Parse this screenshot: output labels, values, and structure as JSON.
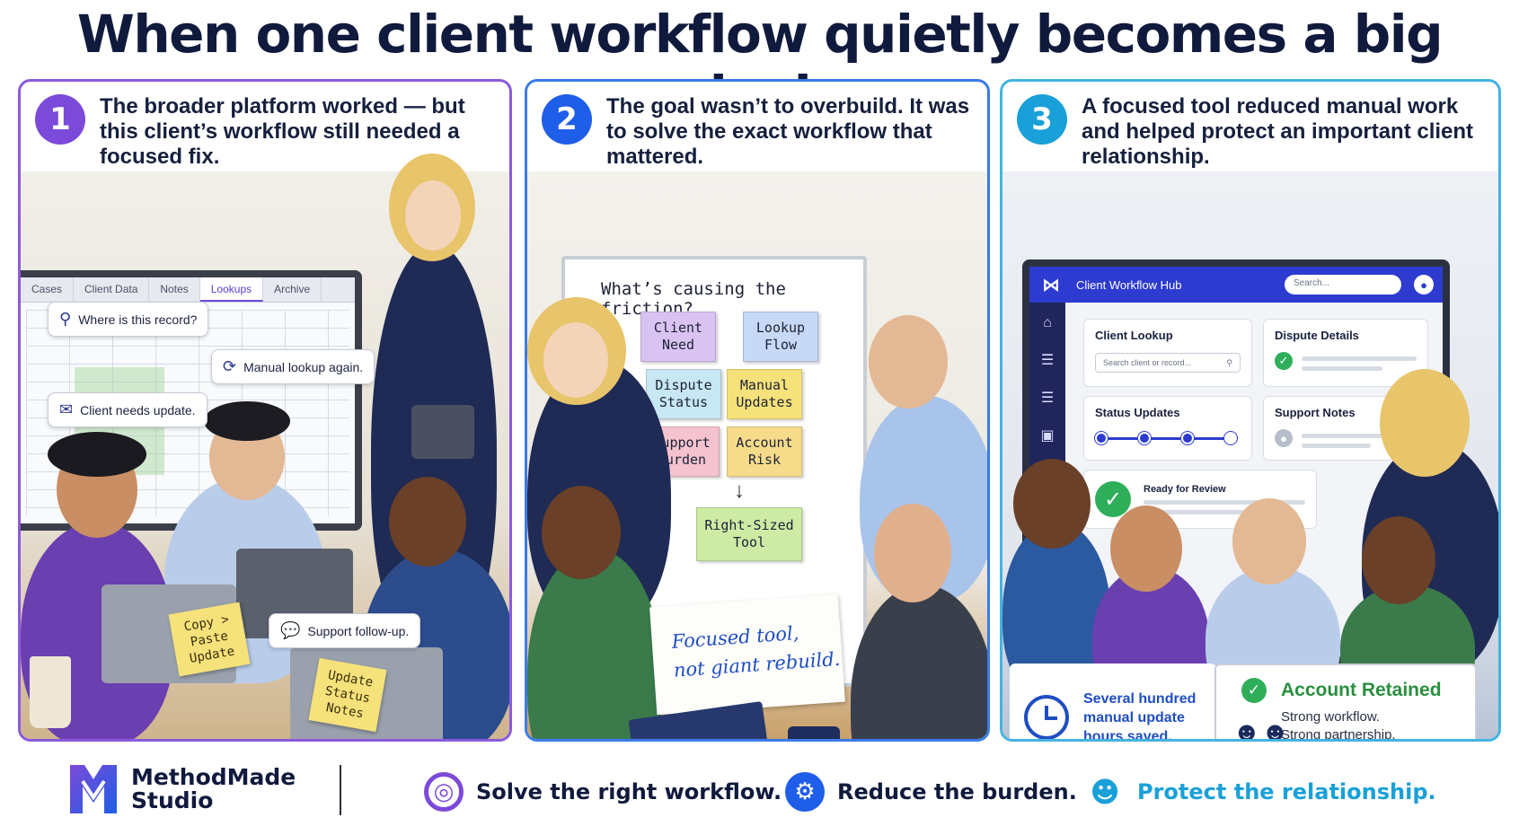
{
  "headline": "When one client workflow quietly becomes a big deal.",
  "colors": {
    "purple": "#7b4ad8",
    "blue": "#1f5ee8",
    "cyan": "#1aa0d8",
    "green": "#2a8f3f",
    "navy": "#101a3d"
  },
  "panels": [
    {
      "number": "1",
      "title": "The broader platform worked — but this client’s workflow still needed a focused fix.",
      "tabs": [
        "Cases",
        "Client Data",
        "Notes",
        "Lookups",
        "Archive"
      ],
      "active_tab": "Lookups",
      "bubbles": [
        {
          "icon": "search-icon",
          "text": "Where is this record?"
        },
        {
          "icon": "refresh-icon",
          "text": "Manual lookup again."
        },
        {
          "icon": "mail-icon",
          "text": "Client needs update."
        },
        {
          "icon": "chat-icon",
          "text": "Support follow-up."
        }
      ],
      "sticky_notes": [
        "Copy > Paste Update",
        "Update Status Notes"
      ]
    },
    {
      "number": "2",
      "title": "The goal wasn’t to overbuild. It was to solve the exact workflow that mattered.",
      "board_title": "What’s causing the friction?",
      "notes": [
        {
          "text": "Client Need",
          "color": "#d9c3f2"
        },
        {
          "text": "Lookup Flow",
          "color": "#c8d8f7"
        },
        {
          "text": "Dispute Status",
          "color": "#c7e7f3"
        },
        {
          "text": "Manual Updates",
          "color": "#f6e27a"
        },
        {
          "text": "Support Burden",
          "color": "#f4c3cf"
        },
        {
          "text": "Account Risk",
          "color": "#f6dc8a"
        }
      ],
      "result_note": "Right-Sized Tool",
      "handwritten": [
        "Focused tool,",
        "not giant rebuild."
      ]
    },
    {
      "number": "3",
      "title": "A focused tool reduced manual work and helped protect an important client relationship.",
      "app": {
        "title": "Client Workflow Hub",
        "search_placeholder": "Search...",
        "cards": {
          "lookup_title": "Client Lookup",
          "lookup_placeholder": "Search client or record...",
          "dispute_title": "Dispute Details",
          "status_title": "Status Updates",
          "notes_title": "Support Notes",
          "review_title": "Ready for Review"
        }
      },
      "stat_left": "Several hundred manual update hours saved.",
      "stat_right_title": "Account Retained",
      "stat_right_lines": [
        "Strong workflow.",
        "Strong partnership."
      ]
    }
  ],
  "footer": {
    "brand_line1": "MethodMade",
    "brand_line2": "Studio",
    "pillars": [
      {
        "icon": "target-icon",
        "text": "Solve the right workflow.",
        "color": "#101a3d",
        "icon_color": "#7b4ad8"
      },
      {
        "icon": "gear-icon",
        "text": "Reduce the burden.",
        "color": "#101a3d",
        "icon_color": "#1f5ee8"
      },
      {
        "icon": "people-icon",
        "text": "Protect the relationship.",
        "color": "#1aa0d8",
        "icon_color": "#1aa0d8"
      }
    ]
  }
}
